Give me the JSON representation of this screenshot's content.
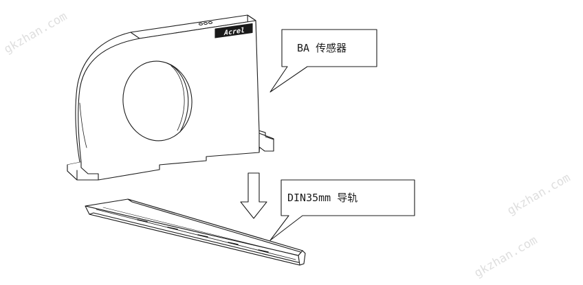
{
  "labels": {
    "sensor": "BA 传感器",
    "rail": "DIN35mm 导轨"
  },
  "logo": {
    "text": "Acrel"
  },
  "watermark": {
    "text": "gkzhan.com"
  },
  "colors": {
    "stroke": "#1a1a1a",
    "background": "#ffffff",
    "shade": "#eeeeee",
    "watermark": "#c8c8c8"
  }
}
